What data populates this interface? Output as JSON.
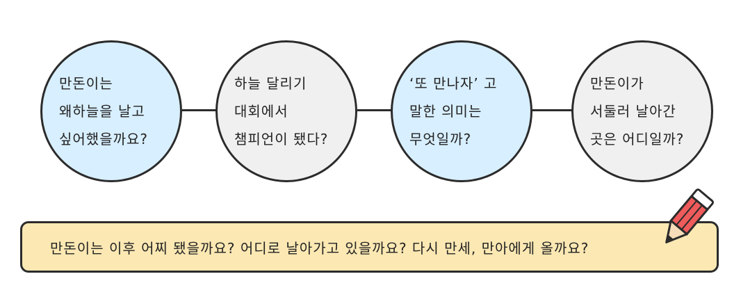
{
  "questions": [
    {
      "text": "만돈이는\n왜하늘을 날고\n싶어했을까요?",
      "fill": "#d8efff"
    },
    {
      "text": "하늘 달리기\n대회에서\n챔피언이 됐다?",
      "fill": "#f0f0f0"
    },
    {
      "text": "‘또 만나자’ 고\n말한 의미는\n무엇일까?",
      "fill": "#d8efff"
    },
    {
      "text": "만돈이가\n서둘러 날아간\n곳은 어디일까?",
      "fill": "#f0f0f0"
    }
  ],
  "banner": {
    "text": "만돈이는 이후 어찌 됐을까요? 어디로 날아가고 있을까요? 다시 만세, 만아에게 올까요?",
    "fill": "#fbe8b3"
  },
  "icons": {
    "pencil": "pencil-icon"
  },
  "colors": {
    "outline": "#2b2b2b",
    "pencil_body": "#ef5b5b",
    "pencil_tip": "#f6dcb8"
  }
}
